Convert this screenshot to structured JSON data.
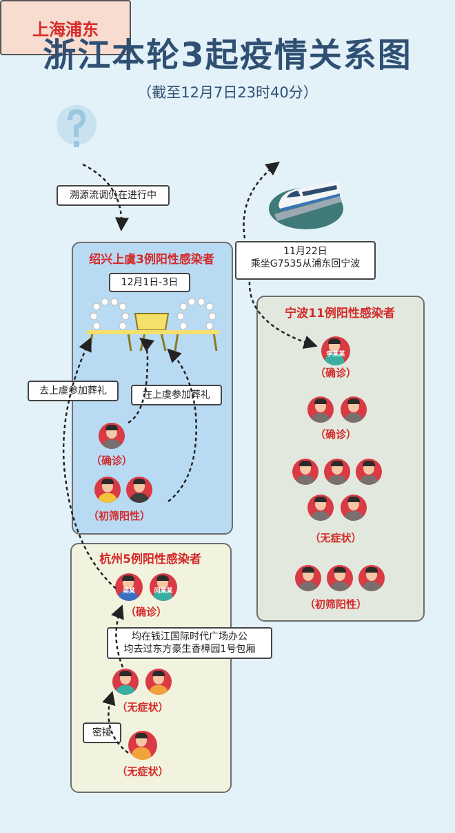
{
  "title": "浙江本轮3起疫情关系图",
  "subtitle": "（截至12月7日23时40分）",
  "shanghai": "上海浦东",
  "trace_note": "溯源流调仍在进行中",
  "travel_note": {
    "date": "11月22日",
    "detail": "乘坐G7535从浦东回宁波"
  },
  "shaoxing": {
    "header": "绍兴上虞3例阳性感染者",
    "date": "12月1日-3日",
    "funeral_note": "在上虞参加葬礼",
    "confirmed_label": "（确诊）",
    "screening_label": "（初筛阳性）"
  },
  "go_funeral_note": "去上虞参加葬礼",
  "ningbo": {
    "header": "宁波11例阳性感染者",
    "patient_name": "李某某",
    "labels": [
      "（确诊）",
      "（确诊）",
      "（无症状）",
      "（初筛阳性）"
    ]
  },
  "hangzhou": {
    "header": "杭州5例阳性感染者",
    "names": [
      "吴某",
      "闫某某"
    ],
    "confirmed_label": "（确诊）",
    "office_note_1": "均在钱江国际时代广场办公",
    "office_note_2": "均去过东方豪生香樟园1号包厢",
    "asym_label_1": "（无症状）",
    "close_contact": "密接",
    "asym_label_2": "（无症状）"
  },
  "colors": {
    "title": "#2f5073",
    "red": "#d42a2a",
    "shaoxing_bg": "#b8daf3",
    "ningbo_bg": "#e2e8dd",
    "hangzhou_bg": "#f2f3de"
  }
}
